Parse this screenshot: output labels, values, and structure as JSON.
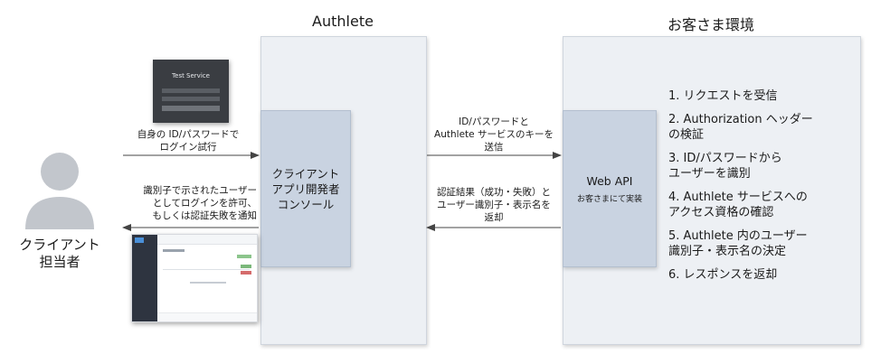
{
  "columns": {
    "authlete_title": "Authlete",
    "customer_title": "お客さま環境"
  },
  "actor": {
    "label": "クライアント\n担当者",
    "icon": "person-icon"
  },
  "console_box": {
    "label": "クライアント\nアプリ開発者\nコンソール"
  },
  "webapi_box": {
    "label": "Web API",
    "sublabel": "お客さまにて実装"
  },
  "arrows": {
    "login_attempt": "自身の ID/パスワードで\nログイン試行",
    "login_result": "識別子で示されたユーザー\nとしてログインを許可、\nもしくは認証失敗を通知",
    "send_credentials": "ID/パスワードと\nAuthlete サービスのキーを\n送信",
    "return_result": "認証結果（成功・失敗）と\nユーザー識別子・表示名を\n返却"
  },
  "steps": [
    "1. リクエストを受信",
    "2. Authorization ヘッダー\n    の検証",
    "3. ID/パスワードから\n    ユーザーを識別",
    "4. Authlete サービスへの\n    アクセス資格の確認",
    "5. Authlete 内のユーザー\n    識別子・表示名の決定",
    "6. レスポンスを返却"
  ],
  "login_screenshot": {
    "title": "Test Service"
  },
  "colors": {
    "lane_bg": "#edf0f4",
    "box_bg": "#c9d3e1",
    "person": "#c2c6cc",
    "arrow": "#444444"
  }
}
